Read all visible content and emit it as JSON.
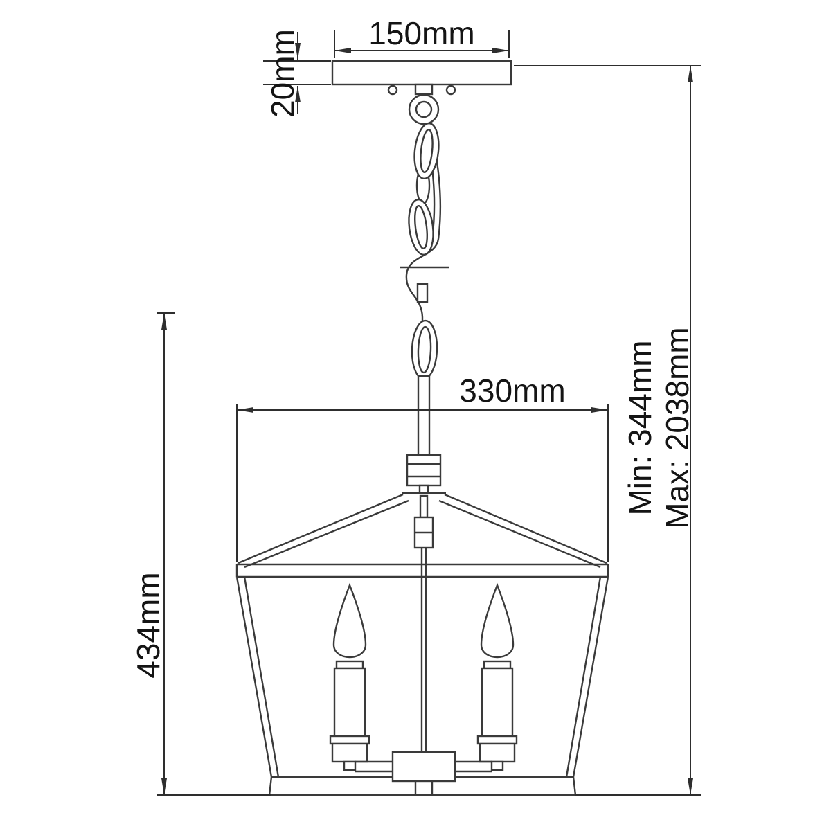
{
  "dimensions": {
    "canopy_width": "150mm",
    "canopy_height": "20mm",
    "body_width": "330mm",
    "body_height": "434mm",
    "min_drop": "Min: 344mm",
    "max_drop": "Max: 2038mm"
  },
  "colors": {
    "line": "#3a3a3a",
    "dimension_line": "#2e2e2e",
    "text": "#141414",
    "background": "#ffffff"
  }
}
